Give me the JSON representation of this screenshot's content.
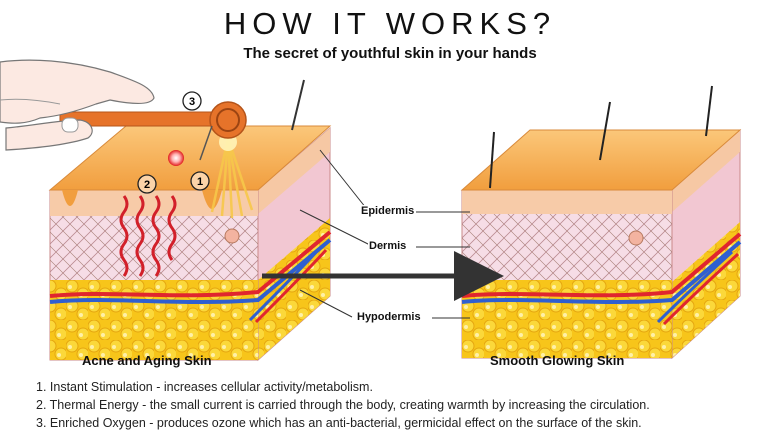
{
  "title": "HOW IT WORKS?",
  "subtitle": "The secret of youthful skin in your hands",
  "labels": {
    "epidermis": "Epidermis",
    "dermis": "Dermis",
    "hypodermis": "Hypodermis"
  },
  "markers": [
    "1",
    "2",
    "3"
  ],
  "captions": {
    "left": "Acne and Aging Skin",
    "right": "Smooth Glowing Skin"
  },
  "steps": [
    "1. Instant Stimulation - increases cellular activity/metabolism.",
    "2. Thermal Energy - the small current is carried through the body, creating warmth by increasing the circulation.",
    "3. Enriched Oxygen - produces ozone which has an anti-bacterial, germicidal effect on the surface of the skin."
  ],
  "colors": {
    "epidermis_top": "#f7b35a",
    "epidermis_front": "#f6c9a6",
    "dermis": "#f4d9e2",
    "fat": "#f6c21a",
    "artery": "#e0262e",
    "vein": "#2f5fd0",
    "wand": "#e6732a",
    "arrow": "#333333"
  }
}
